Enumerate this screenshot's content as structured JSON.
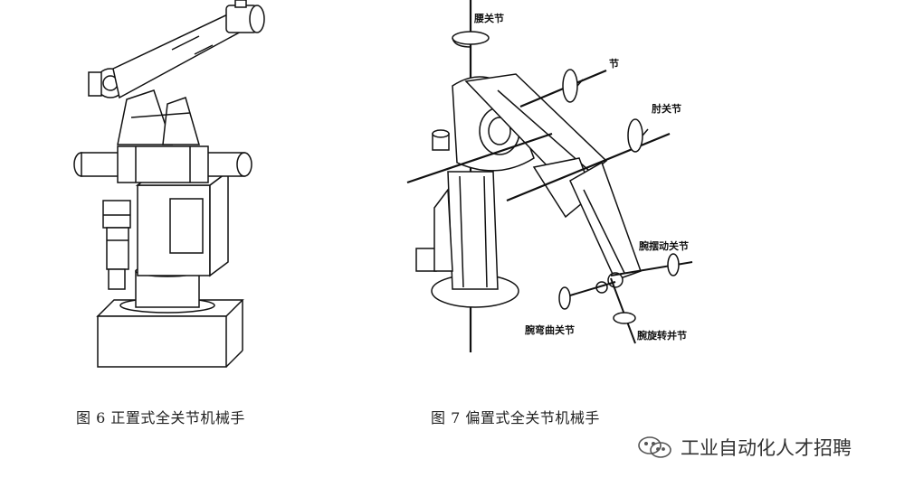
{
  "figure6": {
    "caption": "图  6  正置式全关节机械手"
  },
  "figure7": {
    "caption": "图  7  偏置式全关节机械手",
    "labels": {
      "waist": "腰关节",
      "shoulder": "节",
      "elbow": "肘关节",
      "wrist_swing": "腕摆动关节",
      "wrist_bend": "腕弯曲关节",
      "wrist_rotate": "腕旋转并节"
    }
  },
  "watermark": {
    "text": "工业自动化人才招聘",
    "icon": "wechat-icon"
  }
}
